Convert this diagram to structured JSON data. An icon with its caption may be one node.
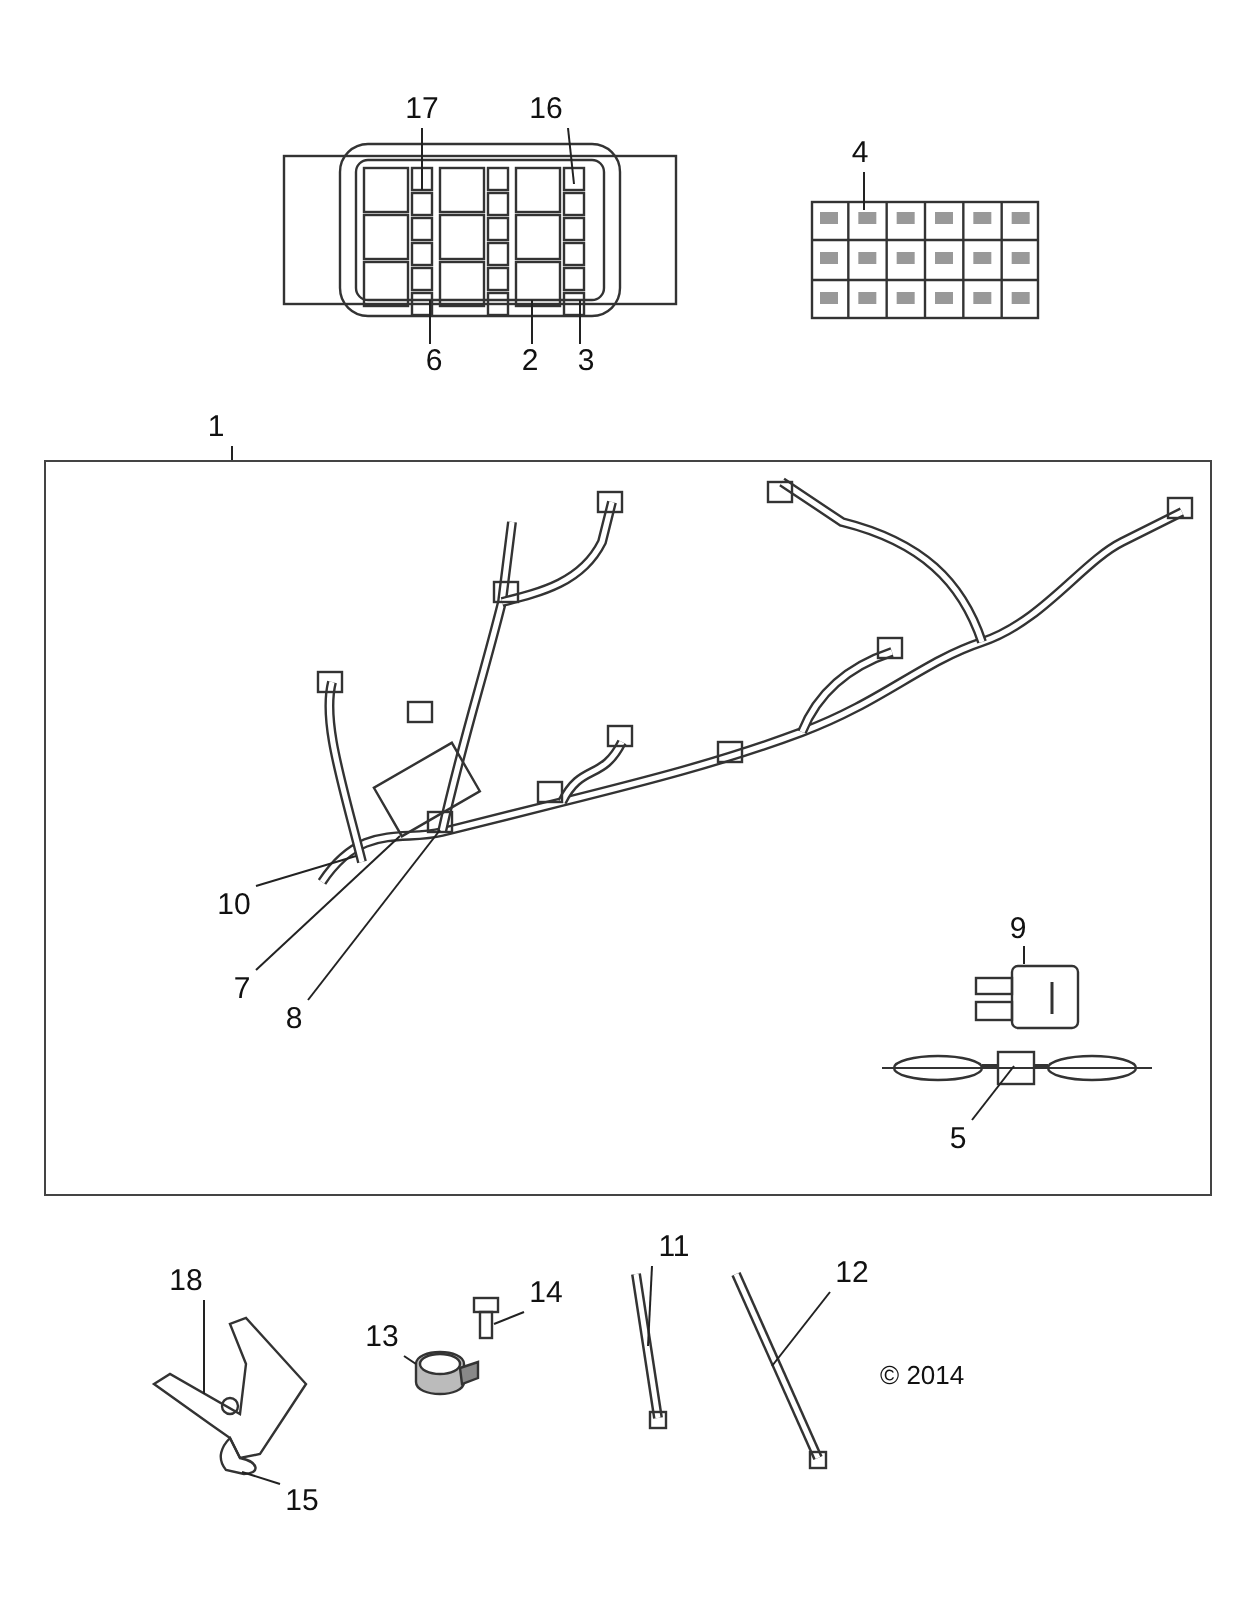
{
  "diagram": {
    "nodes": [
      {
        "text": [
          "17"
        ]
      },
      {
        "text": [
          "16"
        ]
      },
      {
        "text": [],
        "shape": "picture"
      },
      {
        "text": [
          "6"
        ]
      },
      {
        "text": [
          "2"
        ]
      },
      {
        "text": [
          "3"
        ]
      },
      {
        "text": [
          "4"
        ]
      },
      {
        "text": [],
        "shape": "picture"
      },
      {
        "text": [
          "1"
        ]
      },
      {
        "text": [],
        "shape": "box"
      },
      {
        "text": [],
        "shape": "picture",
        "in": 9
      },
      {
        "text": [
          "9"
        ],
        "in": 9
      },
      {
        "text": [],
        "shape": "picture",
        "in": 9
      },
      {
        "text": [
          "10"
        ],
        "in": 9
      },
      {
        "text": [
          "7"
        ],
        "in": 9
      },
      {
        "text": [
          "8"
        ],
        "in": 9
      },
      {
        "text": [],
        "shape": "picture",
        "in": 9
      },
      {
        "text": [
          "5"
        ],
        "in": 9
      },
      {
        "text": [
          "11"
        ]
      },
      {
        "text": [
          "18"
        ]
      },
      {
        "text": [
          "14"
        ]
      },
      {
        "text": [
          "12"
        ]
      },
      {
        "text": [
          "13"
        ]
      },
      {
        "text": [],
        "shape": "picture"
      },
      {
        "text": [],
        "shape": "picture"
      },
      {
        "text": [],
        "shape": "picture"
      },
      {
        "text": [],
        "shape": "picture"
      },
      {
        "text": [],
        "shape": "picture"
      },
      {
        "text": [
          "15"
        ]
      }
    ],
    "edges": [
      {
        "from": 0,
        "to": 2,
        "arrow": "none"
      },
      {
        "from": 1,
        "to": 2,
        "arrow": "none"
      },
      {
        "from": 3,
        "to": 2,
        "arrow": "none"
      },
      {
        "from": 4,
        "to": 2,
        "arrow": "none"
      },
      {
        "from": 5,
        "to": 2,
        "arrow": "none"
      },
      {
        "from": 6,
        "to": 7,
        "arrow": "none"
      },
      {
        "from": 8,
        "to": 9,
        "arrow": "none"
      },
      {
        "from": 11,
        "to": 12,
        "arrow": "none"
      },
      {
        "from": 13,
        "to": 10,
        "arrow": "none"
      },
      {
        "from": 14,
        "to": 10,
        "arrow": "none"
      },
      {
        "from": 15,
        "to": 10,
        "arrow": "none"
      },
      {
        "from": 17,
        "to": 16,
        "arrow": "none"
      },
      {
        "from": 18,
        "to": 26,
        "arrow": "none"
      },
      {
        "from": 19,
        "to": 23,
        "arrow": "none"
      },
      {
        "from": 20,
        "to": 24,
        "arrow": "none"
      },
      {
        "from": 21,
        "to": 27,
        "arrow": "none"
      },
      {
        "from": 22,
        "to": 25,
        "arrow": "none"
      },
      {
        "from": 28,
        "to": 23,
        "arrow": "none"
      }
    ],
    "labels": [
      "© 2014"
    ]
  }
}
